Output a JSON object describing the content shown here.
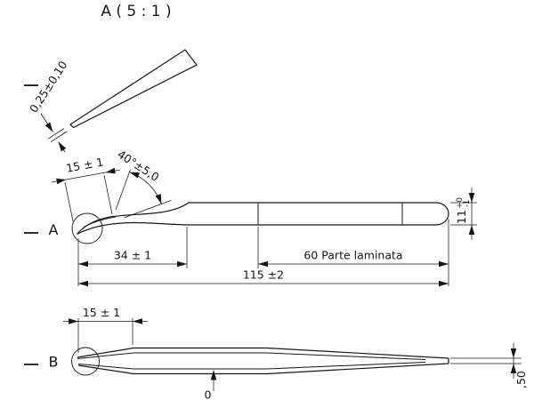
{
  "drawing": {
    "title": "A ( 5 : 1 )",
    "detail_a": {
      "tip_thickness": "0,25±0,10"
    },
    "side_view": {
      "detail_label": "A",
      "tip_length": "15 ± 1",
      "tip_angle": "40°±5,0",
      "tip_to_grip": "34 ± 1",
      "laminated_length": "60 Parte laminata",
      "total_length": "115 ±2",
      "height": {
        "value": "11",
        "tol_upper": "+0",
        "tol_lower": "-1"
      }
    },
    "top_view": {
      "detail_label": "B",
      "tip_length": "15 ± 1",
      "tip_gap": "0",
      "end_thickness": ",50"
    }
  }
}
